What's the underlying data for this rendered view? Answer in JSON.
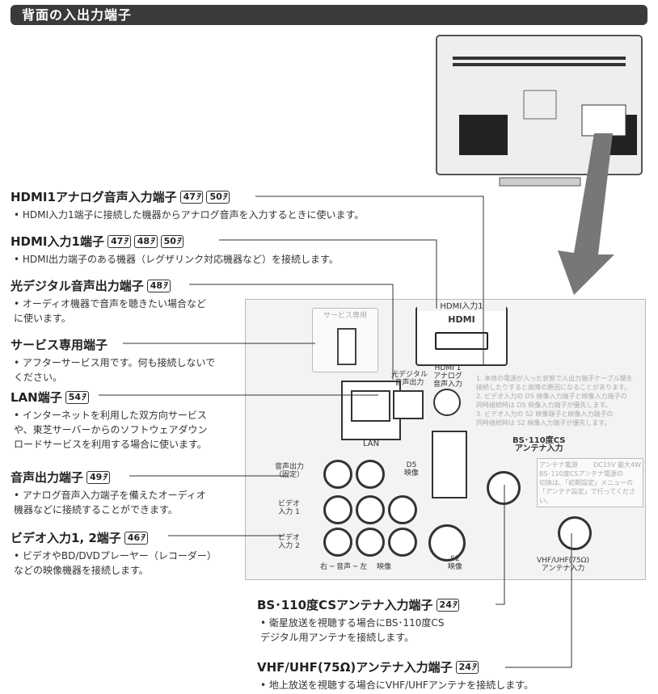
{
  "header": {
    "title": "背面の入出力端子"
  },
  "entries": [
    {
      "title": "HDMI1アナログ音声入力端子",
      "refs": [
        "47",
        "50"
      ],
      "desc": [
        "• HDMI入力1端子に接続した機器からアナログ音声を入力するときに使います。"
      ]
    },
    {
      "title": "HDMI入力1端子",
      "refs": [
        "47",
        "48",
        "50"
      ],
      "desc": [
        "• HDMI出力端子のある機器（レグザリンク対応機器など）を接続します。"
      ]
    },
    {
      "title": "光デジタル音声出力端子",
      "refs": [
        "48"
      ],
      "desc": [
        "• オーディオ機器で音声を聴きたい場合など",
        "に使います。"
      ]
    },
    {
      "title": "サービス専用端子",
      "refs": [],
      "desc": [
        "• アフターサービス用です。何も接続しないで",
        "ください。"
      ]
    },
    {
      "title": "LAN端子",
      "refs": [
        "54"
      ],
      "desc": [
        "• インターネットを利用した双方向サービス",
        "や、東芝サーバーからのソフトウェアダウン",
        "ロードサービスを利用する場合に使います。"
      ]
    },
    {
      "title": "音声出力端子",
      "refs": [
        "49"
      ],
      "desc": [
        "• アナログ音声入力端子を備えたオーディオ",
        "機器などに接続することができます。"
      ]
    },
    {
      "title": "ビデオ入力1, 2端子",
      "refs": [
        "46"
      ],
      "desc": [
        "• ビデオやBD/DVDプレーヤー（レコーダー）",
        "などの映像機器を接続します。"
      ]
    }
  ],
  "callouts": [
    {
      "title": "BS･110度CSアンテナ入力端子",
      "refs": [
        "24"
      ],
      "desc": [
        "• 衛星放送を視聴する場合にBS･110度CS",
        "デジタル用アンテナを接続します。"
      ]
    },
    {
      "title": "VHF/UHF(75Ω)アンテナ入力端子",
      "refs": [
        "24"
      ],
      "desc": [
        "• 地上放送を視聴する場合にVHF/UHFアンテナを接続します。"
      ]
    }
  ],
  "ref_suffix": "ｦ",
  "panel_labels": {
    "hdmi_input": "HDMI入力1",
    "hdmi_logo": "HDMI",
    "service": "サービス専用",
    "optical": "光デジタル\n音声出力",
    "hdmi_analog": "HDMI 1\nアナログ\n音声入力",
    "lan": "LAN",
    "audio_out": "音声出力\n（固定）",
    "video1": "ビデオ\n入力 1",
    "video2": "ビデオ\n入力 2",
    "d5": "D5\n映像",
    "s2": "S2\n映像",
    "bottom_row": "右 ─ 音声 ─ 左　 映像",
    "bs_cs": "BS･110度CS\nアンテナ入力",
    "vhf_uhf": "VHF/UHF(75Ω)\nアンテナ入力",
    "dc": "DC15V 最大4W",
    "antenna_power": "アンテナ電源"
  },
  "notes": [
    "1. 本体の電源が入った状態で入出力端子ケーブル類を",
    "接続したりすると故障の原因になることがあります。",
    "2. ビデオ入力の D5 映像入力端子と映像入力端子の",
    "同時接続時は D5 映像入力端子が優先します。",
    "3. ビデオ入力の S2 映像端子と映像入力端子の",
    "同時接続時は S2 映像入力端子が優先します。"
  ],
  "bs_note": [
    "BS･110度CSアンテナ電源の",
    "切換は、「初期設定」メニューの",
    "「アンテナ設定」で行ってください。"
  ]
}
